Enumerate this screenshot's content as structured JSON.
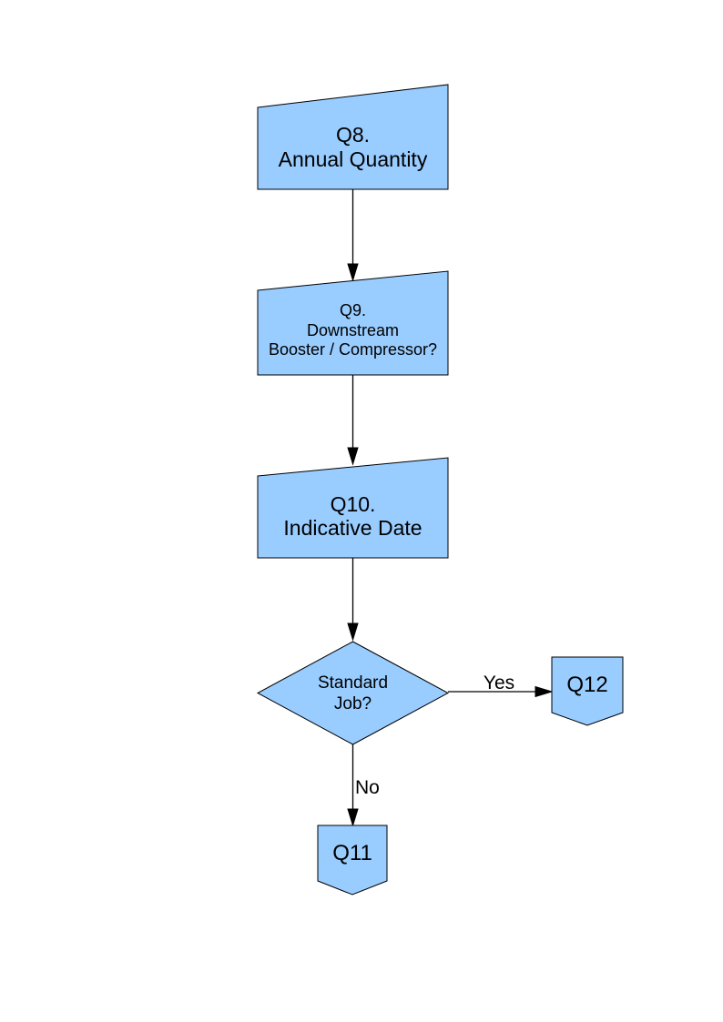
{
  "flowchart": {
    "colors": {
      "node_fill": "#99CCFF",
      "node_border": "#000000",
      "connector": "#000000",
      "text": "#000000",
      "page_background": "#FFFFFF"
    },
    "nodes": {
      "q8": {
        "shape": "manual-input",
        "lines": [
          "Q8.",
          "Annual Quantity"
        ]
      },
      "q9": {
        "shape": "manual-input",
        "lines": [
          "Q9.",
          "Downstream",
          "Booster / Compressor?"
        ]
      },
      "q10": {
        "shape": "manual-input",
        "lines": [
          "Q10.",
          "Indicative Date"
        ]
      },
      "decision": {
        "shape": "decision-diamond",
        "lines": [
          "Standard",
          "Job?"
        ]
      },
      "q12": {
        "shape": "off-page-connector",
        "label": "Q12"
      },
      "q11": {
        "shape": "off-page-connector",
        "label": "Q11"
      }
    },
    "edges": [
      {
        "from": "q8",
        "to": "q9",
        "label": ""
      },
      {
        "from": "q9",
        "to": "q10",
        "label": ""
      },
      {
        "from": "q10",
        "to": "decision",
        "label": ""
      },
      {
        "from": "decision",
        "to": "q12",
        "label": "Yes"
      },
      {
        "from": "decision",
        "to": "q11",
        "label": "No"
      }
    ]
  }
}
